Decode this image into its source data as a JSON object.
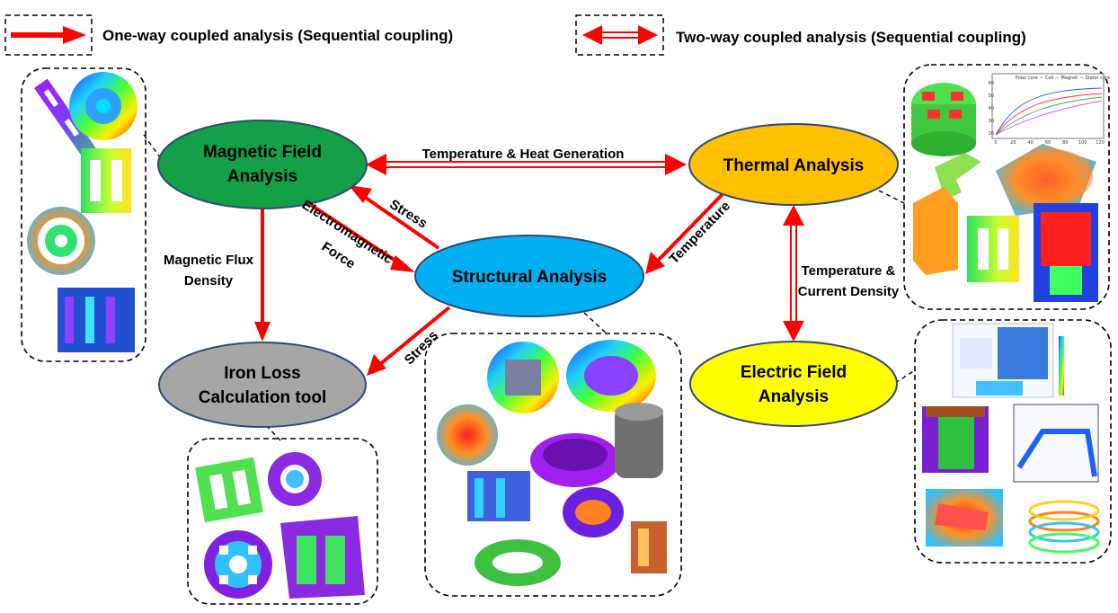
{
  "legend": {
    "one_way": "One-way coupled analysis (Sequential coupling)",
    "two_way": "Two-way coupled analysis (Sequential coupling)"
  },
  "nodes": {
    "magnetic": {
      "line1": "Magnetic Field",
      "line2": "Analysis",
      "color": "#13a046"
    },
    "thermal": {
      "line1": "Thermal Analysis",
      "color": "#ffc000"
    },
    "structural": {
      "line1": "Structural Analysis",
      "color": "#00b0f0"
    },
    "iron_loss": {
      "line1": "Iron Loss",
      "line2": "Calculation tool",
      "color": "#a6a6a6"
    },
    "electric": {
      "line1": "Electric Field",
      "line2": "Analysis",
      "color": "#ffff00"
    }
  },
  "edges": {
    "temp_heat": "Temperature & Heat Generation",
    "stress_up": "Stress",
    "em_force_1": "Electromagnetic",
    "em_force_2": "Force",
    "flux_1": "Magnetic Flux",
    "flux_2": "Density",
    "temperature": "Temperature",
    "stress_down": "Stress",
    "temp_current_1": "Temperature &",
    "temp_current_2": "Current Density"
  },
  "thermal_plot_legend": "Polar core — Coil — Magnet — Stator core",
  "thermal_plot_xticks": [
    "0",
    "20",
    "40",
    "60",
    "80",
    "100",
    "120"
  ],
  "thermal_plot_yticks": [
    "60",
    "50",
    "40",
    "30",
    "20"
  ],
  "colors": {
    "arrow": "#ff0000",
    "dash": "#000000"
  }
}
